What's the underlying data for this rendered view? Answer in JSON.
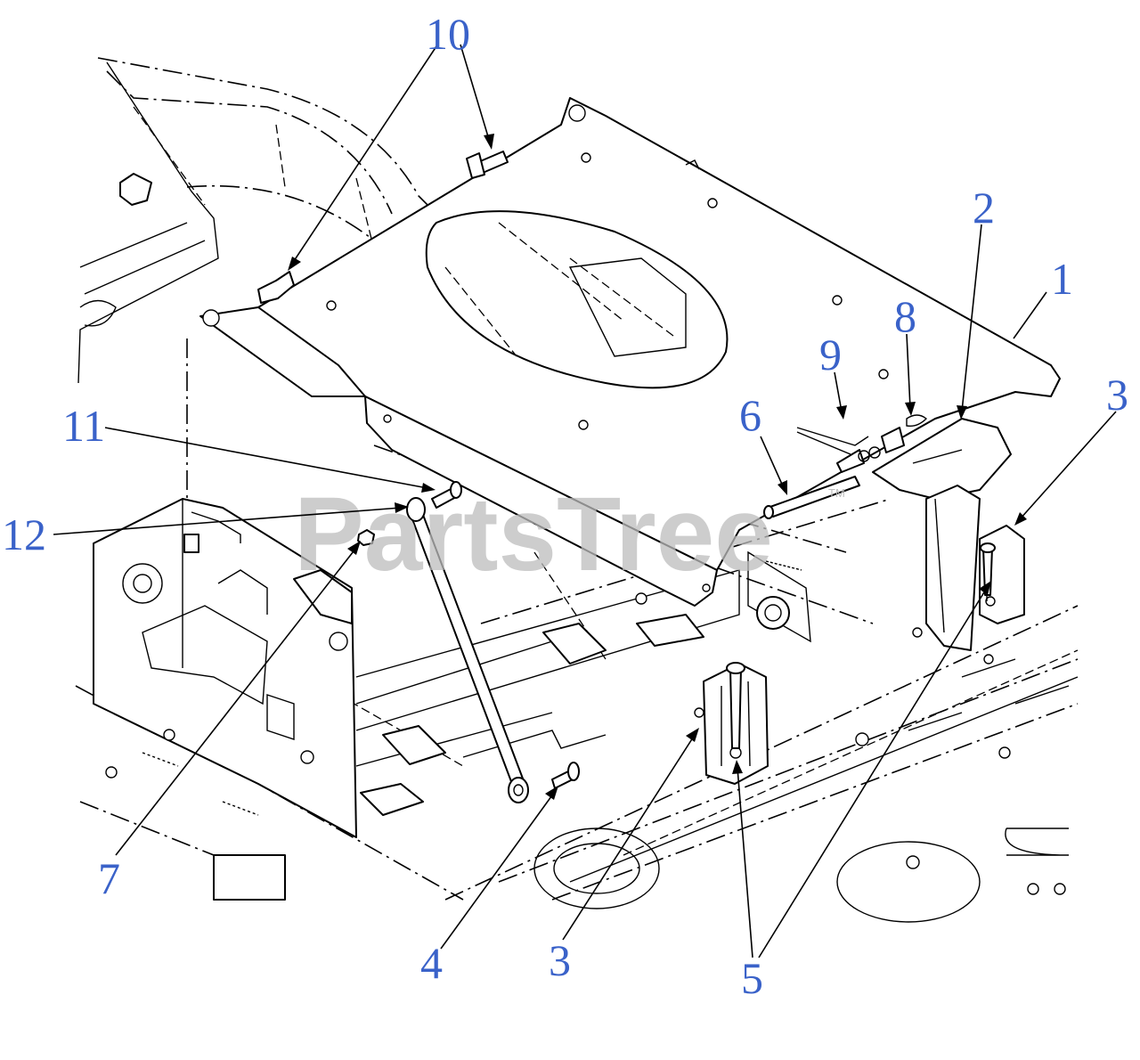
{
  "watermark": {
    "text": "PartsTree",
    "trademark": "TM",
    "color": "#bdbdbd"
  },
  "callout_color": "#3a62c9",
  "callouts": [
    {
      "id": "c10",
      "label": "10"
    },
    {
      "id": "c2",
      "label": "2"
    },
    {
      "id": "c1",
      "label": "1"
    },
    {
      "id": "c8",
      "label": "8"
    },
    {
      "id": "c9",
      "label": "9"
    },
    {
      "id": "c6",
      "label": "6"
    },
    {
      "id": "c3a",
      "label": "3"
    },
    {
      "id": "c11",
      "label": "11"
    },
    {
      "id": "c12",
      "label": "12"
    },
    {
      "id": "c7",
      "label": "7"
    },
    {
      "id": "c4",
      "label": "4"
    },
    {
      "id": "c3b",
      "label": "3"
    },
    {
      "id": "c5",
      "label": "5"
    }
  ]
}
